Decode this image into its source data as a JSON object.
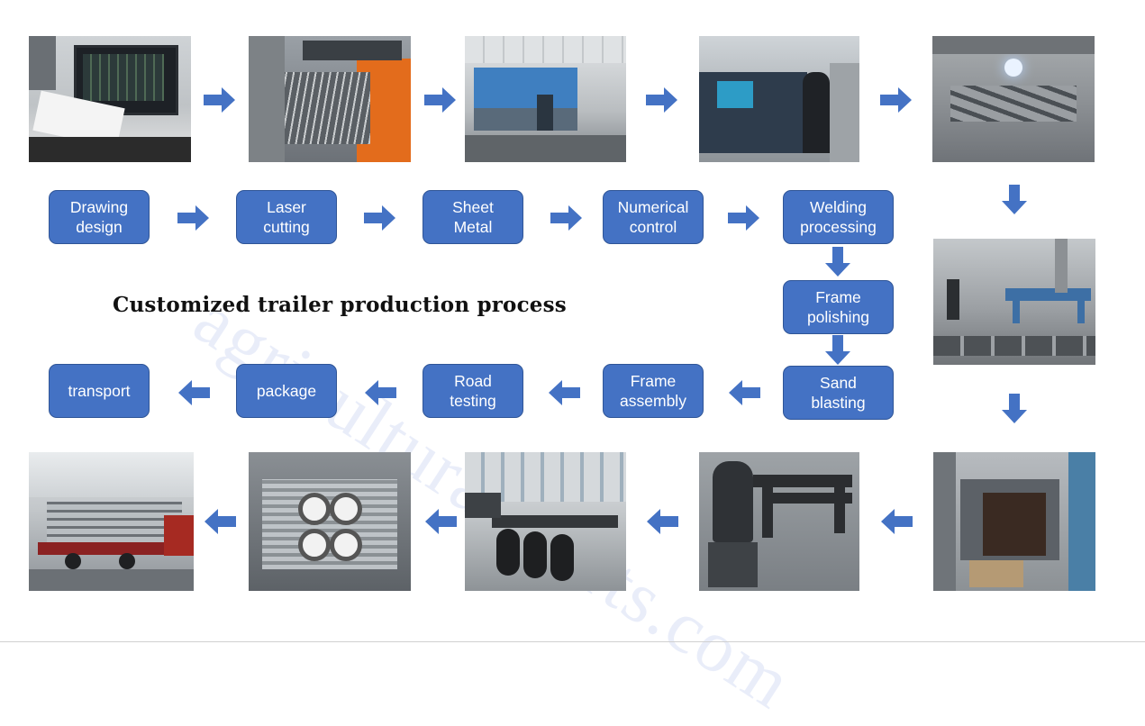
{
  "title": "Customized trailer production process",
  "watermark": "agricultural-parts.com",
  "steps": [
    {
      "id": "drawing",
      "label": "Drawing\ndesign"
    },
    {
      "id": "laser",
      "label": "Laser\ncutting"
    },
    {
      "id": "sheet",
      "label": "Sheet\nMetal"
    },
    {
      "id": "numerical",
      "label": "Numerical\ncontrol"
    },
    {
      "id": "welding",
      "label": "Welding\nprocessing"
    },
    {
      "id": "polishing",
      "label": "Frame\npolishing"
    },
    {
      "id": "sand",
      "label": "Sand\nblasting"
    },
    {
      "id": "assembly",
      "label": "Frame\nassembly"
    },
    {
      "id": "road",
      "label": "Road\ntesting"
    },
    {
      "id": "package",
      "label": "package"
    },
    {
      "id": "transport",
      "label": "transport"
    }
  ],
  "colors": {
    "step_fill": "#4472c4",
    "arrow": "#4472c4",
    "title": "#111111"
  },
  "photos": [
    {
      "id": "cad-workstation",
      "icon": "computer-monitor"
    },
    {
      "id": "laser-cutter",
      "icon": "laser-machine"
    },
    {
      "id": "press-brake",
      "icon": "bending-machine"
    },
    {
      "id": "cnc-machine",
      "icon": "cnc-machine"
    },
    {
      "id": "welding-floor",
      "icon": "welding"
    },
    {
      "id": "polishing-floor",
      "icon": "grinding"
    },
    {
      "id": "blasting-chamber",
      "icon": "sandblast-room"
    },
    {
      "id": "frame-assembly",
      "icon": "frame"
    },
    {
      "id": "road-test-trailer",
      "icon": "trailer"
    },
    {
      "id": "packaged-trailers",
      "icon": "package"
    },
    {
      "id": "transport-truck",
      "icon": "truck"
    }
  ]
}
